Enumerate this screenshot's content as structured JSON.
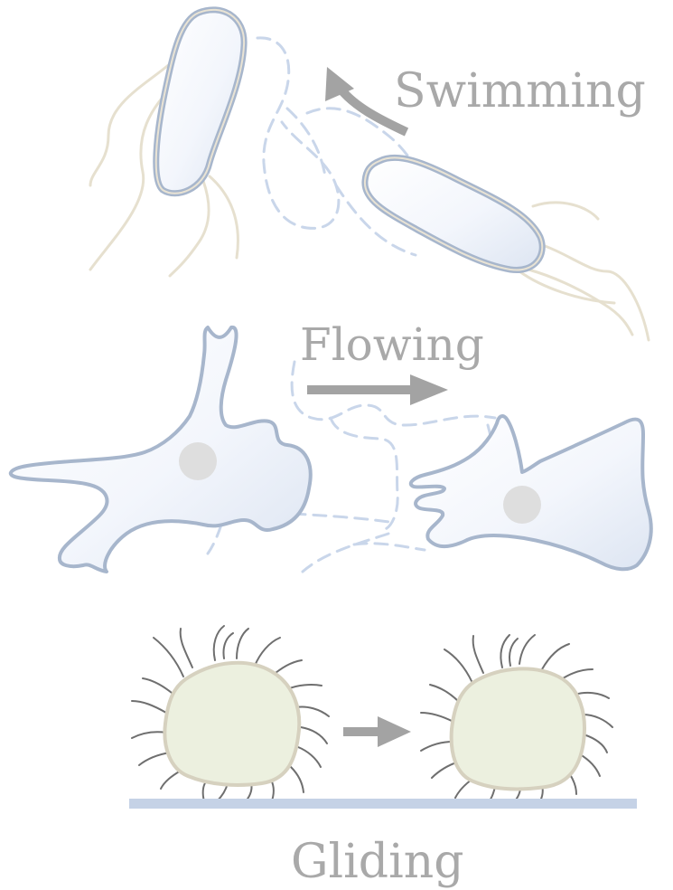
{
  "labels": {
    "swimming": "Swimming",
    "flowing": "Flowing",
    "gliding": "Gliding"
  },
  "colors": {
    "label": "#a9a9a9",
    "arrow": "#a3a3a3",
    "cell_outline": "#aab7cb",
    "cell_fill": "#eef3fb",
    "trace_dashed": "#c9d6ea",
    "flagellum": "#e3ddcc",
    "nucleus": "#dedede",
    "round_cell_fill": "#ecf0df",
    "round_cell_outline": "#d9d4c2",
    "cilia": "#6f6f6f",
    "surface": "#c5d2e6"
  }
}
